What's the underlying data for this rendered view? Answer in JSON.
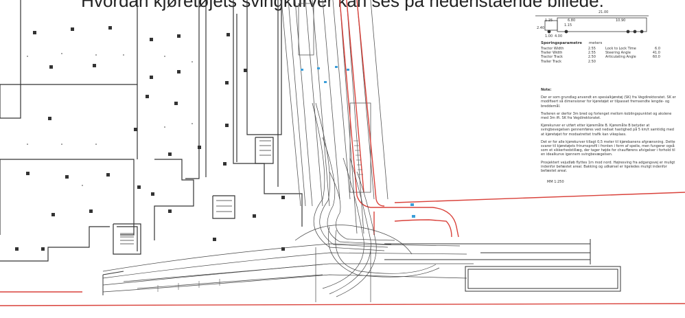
{
  "caption": "Hvordan kjøretøjets svingkurver kan ses på nedenstående billede.",
  "legend": {
    "dimension_labels": [
      "21.00",
      "1.25",
      "2.40",
      "1.15",
      "10.90",
      "6.80",
      "1.00",
      "4.00"
    ],
    "params_title": "Sporingsparametre",
    "params_unit": "meters",
    "params_left": [
      {
        "label": "Tractor Width",
        "value": "2.55"
      },
      {
        "label": "Trailer Width",
        "value": "2.55"
      },
      {
        "label": "Tractor Track",
        "value": "2.50"
      },
      {
        "label": "Trailer Track",
        "value": "2.50"
      }
    ],
    "params_right": [
      {
        "label": "Lock to Lock Time",
        "value": "6.0"
      },
      {
        "label": "Steering Angle",
        "value": "41.0"
      },
      {
        "label": "Articulating Angle",
        "value": "60.0"
      }
    ],
    "note_title": "Note:",
    "notes": [
      "Der er som grundlag anvendt en spesialkjøretøj (SK) fra Vegdirektoratet. SK er modifisert så dimensioner for kjøretøjet er tilpasset fremsendte lengde- og breddemål.",
      "Traileren er derfor 3m bred og forlenget mellom koblingspunktet og akslene med 3m ift. SK fra Vegdirektoratet.",
      "Kjørekurver er utført etter kjøremåte B. Kjøremåte B betyder at svingbevegelsen gennemføres ved nedsat hastighed på 5 km/t samtidig med at kjøretøjet for modsatrettet trafik kan vikeplass.",
      "Det er for alle kjørekurver tillagt 0,5 meter til kjørebanens afgrænsning. Dette svarer til kjøretøjets frirumsprofil i fronten i form af speile, men fungerer også som et sikkerhedstillæg, der tager højde for chaufførens afvigelser i forhold til en idealkurve igennem svingbevægelsen.",
      "Prosjektert vejudløb flyttes 1m mod nord. Højresving fra adgangsvej er muligt indenfor befæstet areal. Bakking og udkørsel er ligeledes muligt indenfor befæstet areal."
    ],
    "scale": "MM 1:250"
  },
  "colors": {
    "line": "#444444",
    "red": "#d9413a",
    "cyan": "#3a9ed9",
    "dark": "#333333"
  }
}
